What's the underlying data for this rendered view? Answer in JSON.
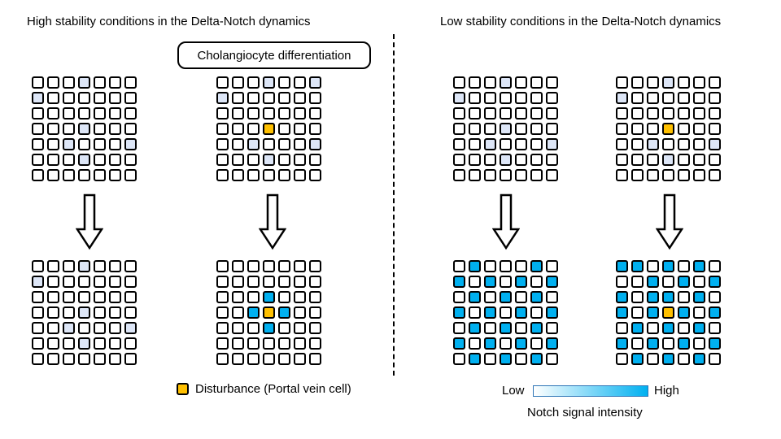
{
  "titles": {
    "left": "High stability conditions in the Delta-Notch dynamics",
    "right": "Low stability conditions in the Delta-Notch dynamics"
  },
  "callout": "Cholangiocyte differentiation",
  "legend": {
    "disturbance": "Disturbance (Portal vein cell)",
    "scale_low": "Low",
    "scale_high": "High",
    "scale_label": "Notch signal intensity"
  },
  "colors": {
    "none": "#ffffff",
    "low": "#dde6f7",
    "high": "#00b0f0",
    "disturbance": "#ffc000"
  },
  "grids": [
    {
      "name": "grid-high-stability-initial",
      "rows": [
        "0002000",
        "2000000",
        "0000000",
        "0002000",
        "0020002",
        "0002000",
        "0000000"
      ]
    },
    {
      "name": "grid-high-stability-disturbed-initial",
      "rows": [
        "0002002",
        "2000000",
        "0000000",
        "000D000",
        "0020002",
        "0002000",
        "0000000"
      ]
    },
    {
      "name": "grid-low-stability-initial",
      "rows": [
        "0002000",
        "2000000",
        "0000000",
        "0002000",
        "0020002",
        "0002000",
        "0000000"
      ]
    },
    {
      "name": "grid-low-stability-disturbed-initial",
      "rows": [
        "0002000",
        "2000000",
        "0000000",
        "000D000",
        "0020002",
        "0002000",
        "0000000"
      ]
    },
    {
      "name": "grid-high-stability-final",
      "rows": [
        "0002000",
        "2000000",
        "0000000",
        "0002000",
        "0020002",
        "0002000",
        "0000000"
      ]
    },
    {
      "name": "grid-high-stability-disturbed-final",
      "rows": [
        "0000000",
        "0000000",
        "0001000",
        "001D100",
        "0001000",
        "0000000",
        "0000000"
      ]
    },
    {
      "name": "grid-low-stability-final",
      "rows": [
        "0100010",
        "1010101",
        "0101010",
        "1010101",
        "0101010",
        "1010101",
        "0101010"
      ]
    },
    {
      "name": "grid-low-stability-disturbed-final",
      "rows": [
        "1101010",
        "0010101",
        "1011010",
        "101D101",
        "0101010",
        "1010101",
        "0101010"
      ]
    }
  ]
}
